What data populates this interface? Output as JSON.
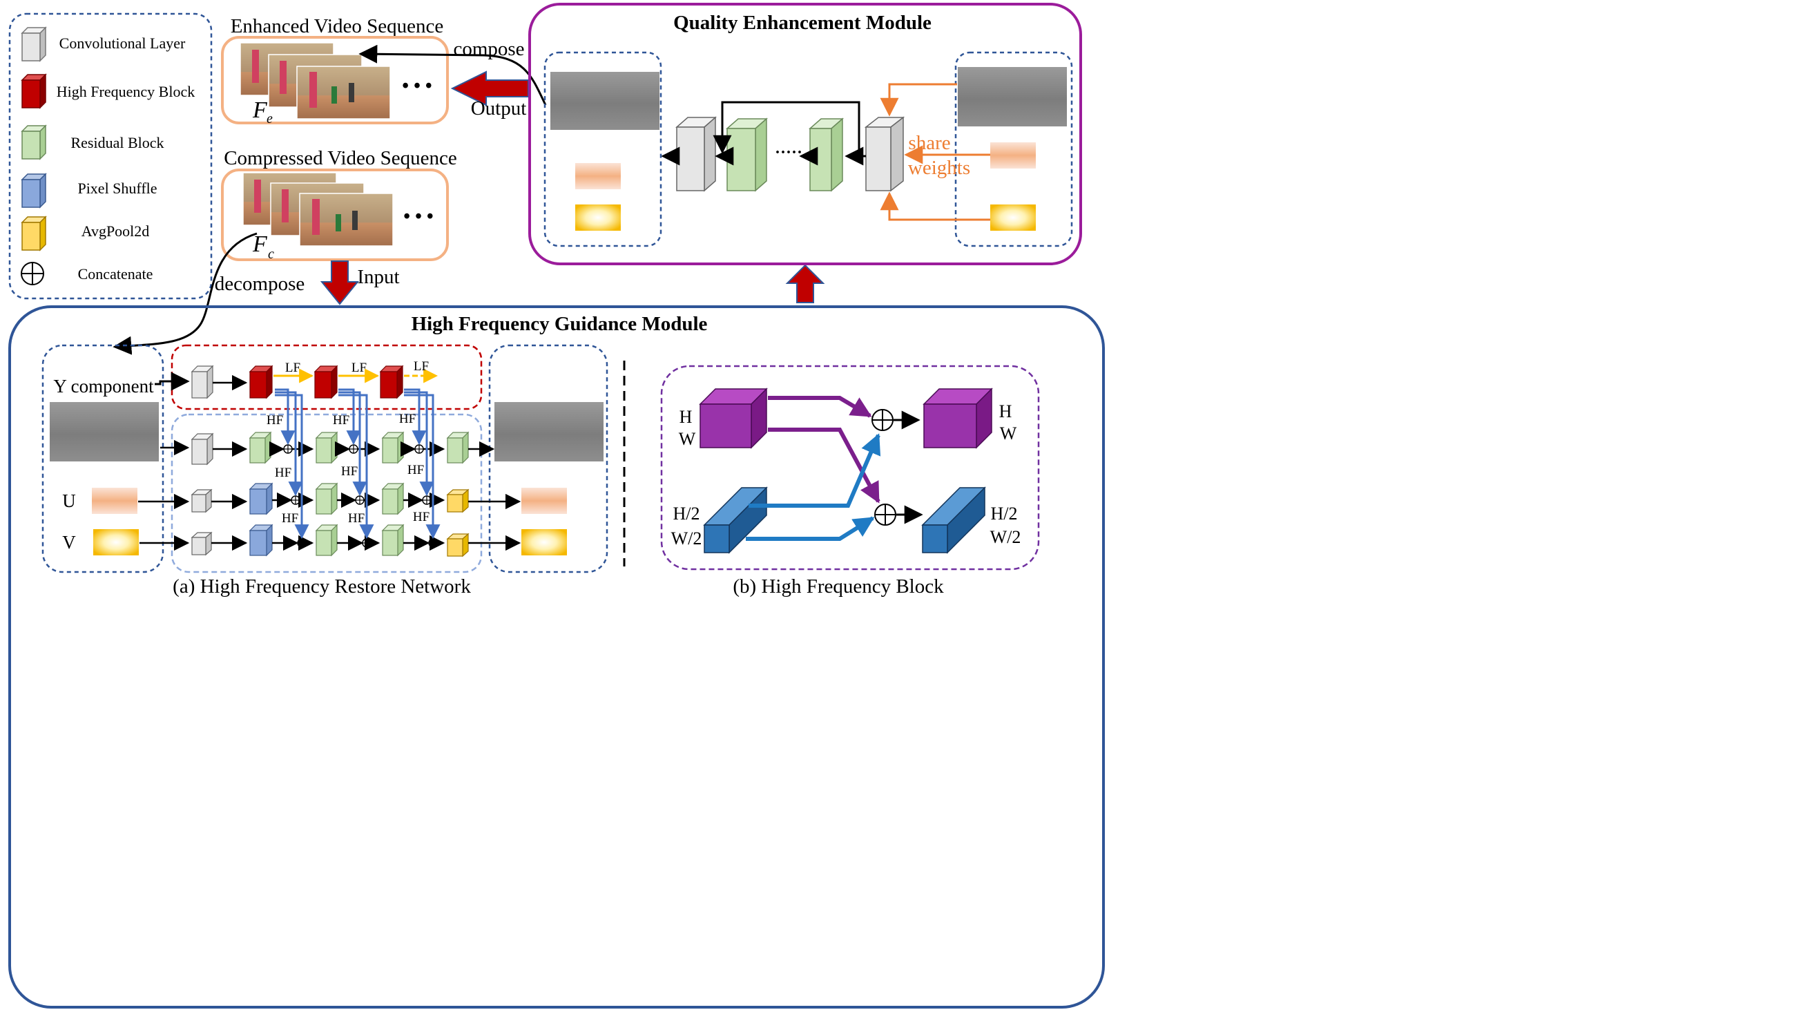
{
  "legend": {
    "items": [
      {
        "label": "Convolutional Layer",
        "icon": "conv-layer-cube",
        "color": "#e6e6e6"
      },
      {
        "label": "High Frequency Block",
        "icon": "hf-block-cube",
        "color": "#c00000"
      },
      {
        "label": "Residual Block",
        "icon": "residual-block-cube",
        "color": "#c6e2b4"
      },
      {
        "label": "Pixel Shuffle",
        "icon": "pixel-shuffle-cube",
        "color": "#8aa8dc"
      },
      {
        "label": "AvgPool2d",
        "icon": "avgpool-cube",
        "color": "#ffd966"
      },
      {
        "label": "Concatenate",
        "icon": "concat-circle-plus",
        "color": "#000000"
      }
    ]
  },
  "top": {
    "enhanced_title": "Enhanced Video Sequence",
    "enhanced_symbol": "F",
    "enhanced_subscript": "e",
    "compressed_title": "Compressed Video Sequence",
    "compressed_symbol": "F",
    "compressed_subscript": "c",
    "ellipsis": "• • •",
    "compose": "compose",
    "output": "Output",
    "decompose": "decompose",
    "input": "Input"
  },
  "qem": {
    "title": "Quality Enhancement Module",
    "share": "share",
    "weights": "weights",
    "dots": "·····"
  },
  "hfgm": {
    "title": "High Frequency Guidance Module",
    "y_component": "Y component",
    "u_label": "U",
    "v_label": "V",
    "lf": "LF",
    "hf": "HF",
    "caption_a": "(a) High Frequency Restore Network",
    "caption_b": "(b) High Frequency Block",
    "h": "H",
    "w": "W",
    "h2": "H/2",
    "w2": "W/2"
  },
  "colors": {
    "purple_border": "#9b1c9b",
    "navy_border": "#2f5597",
    "orange_border": "#f4b183",
    "red_arrow": "#c00000",
    "orange_arrow": "#ed7d31",
    "blue_arrow": "#4472c4",
    "lf_arrow": "#ffc000",
    "purple_block": "#9933aa",
    "blue_block": "#2e75b6"
  }
}
